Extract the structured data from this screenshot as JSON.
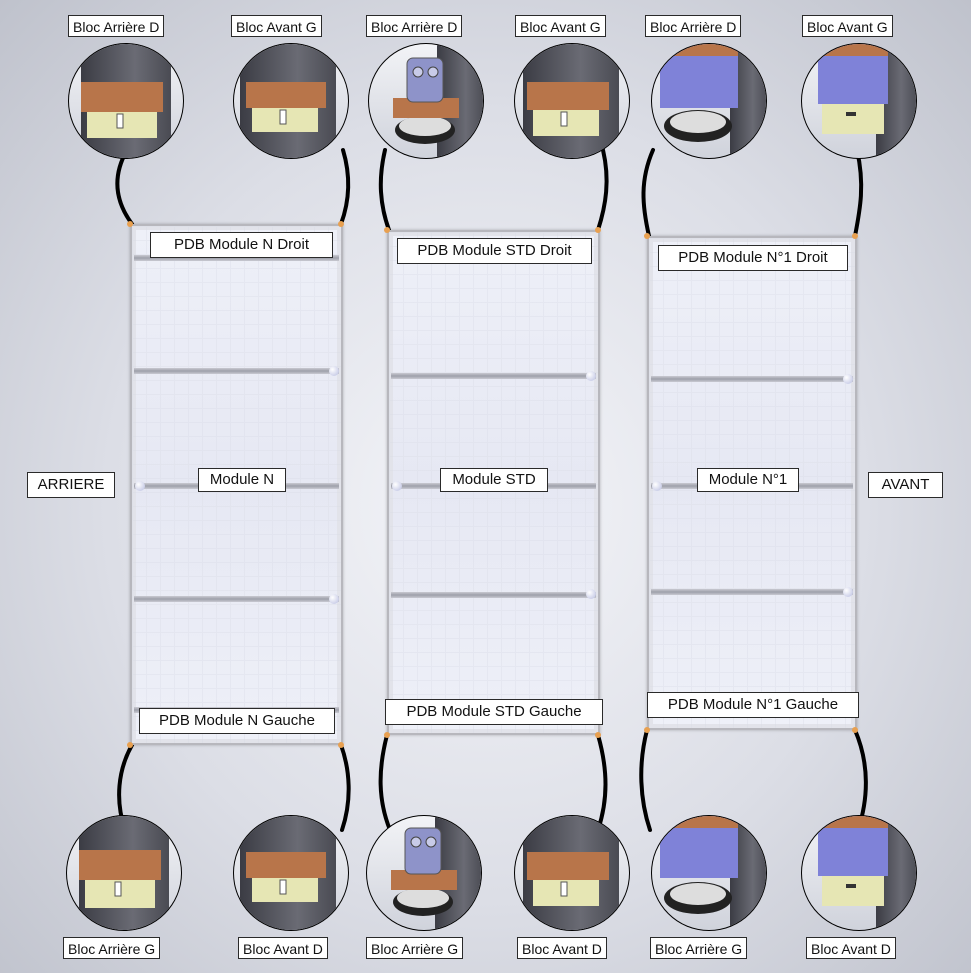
{
  "labels": {
    "top": [
      "Bloc Arrière D",
      "Bloc Avant G",
      "Bloc Arrière D",
      "Bloc Avant G",
      "Bloc Arrière D",
      "Bloc Avant G"
    ],
    "bottom": [
      "Bloc Arrière G",
      "Bloc Avant D",
      "Bloc Arrière G",
      "Bloc Avant D",
      "Bloc Arrière G",
      "Bloc Avant D"
    ]
  },
  "sides": {
    "left": "ARRIERE",
    "right": "AVANT"
  },
  "modules": [
    {
      "name": "Module N",
      "pdb_top": "PDB Module N Droit",
      "pdb_bottom": "PDB Module N Gauche",
      "block_style": "brown"
    },
    {
      "name": "Module STD",
      "pdb_top": "PDB Module STD Droit",
      "pdb_bottom": "PDB Module STD Gauche",
      "block_style": "bracket-wheel"
    },
    {
      "name": "Module N°1",
      "pdb_top": "PDB Module N°1 Droit",
      "pdb_bottom": "PDB Module N°1 Gauche",
      "block_style": "blue"
    }
  ],
  "colors": {
    "copper": "#b8754a",
    "blue_block": "#7f82d8",
    "tray": "#e6e6b4",
    "dark_body": "#5a5b63",
    "connector": "#000000"
  }
}
